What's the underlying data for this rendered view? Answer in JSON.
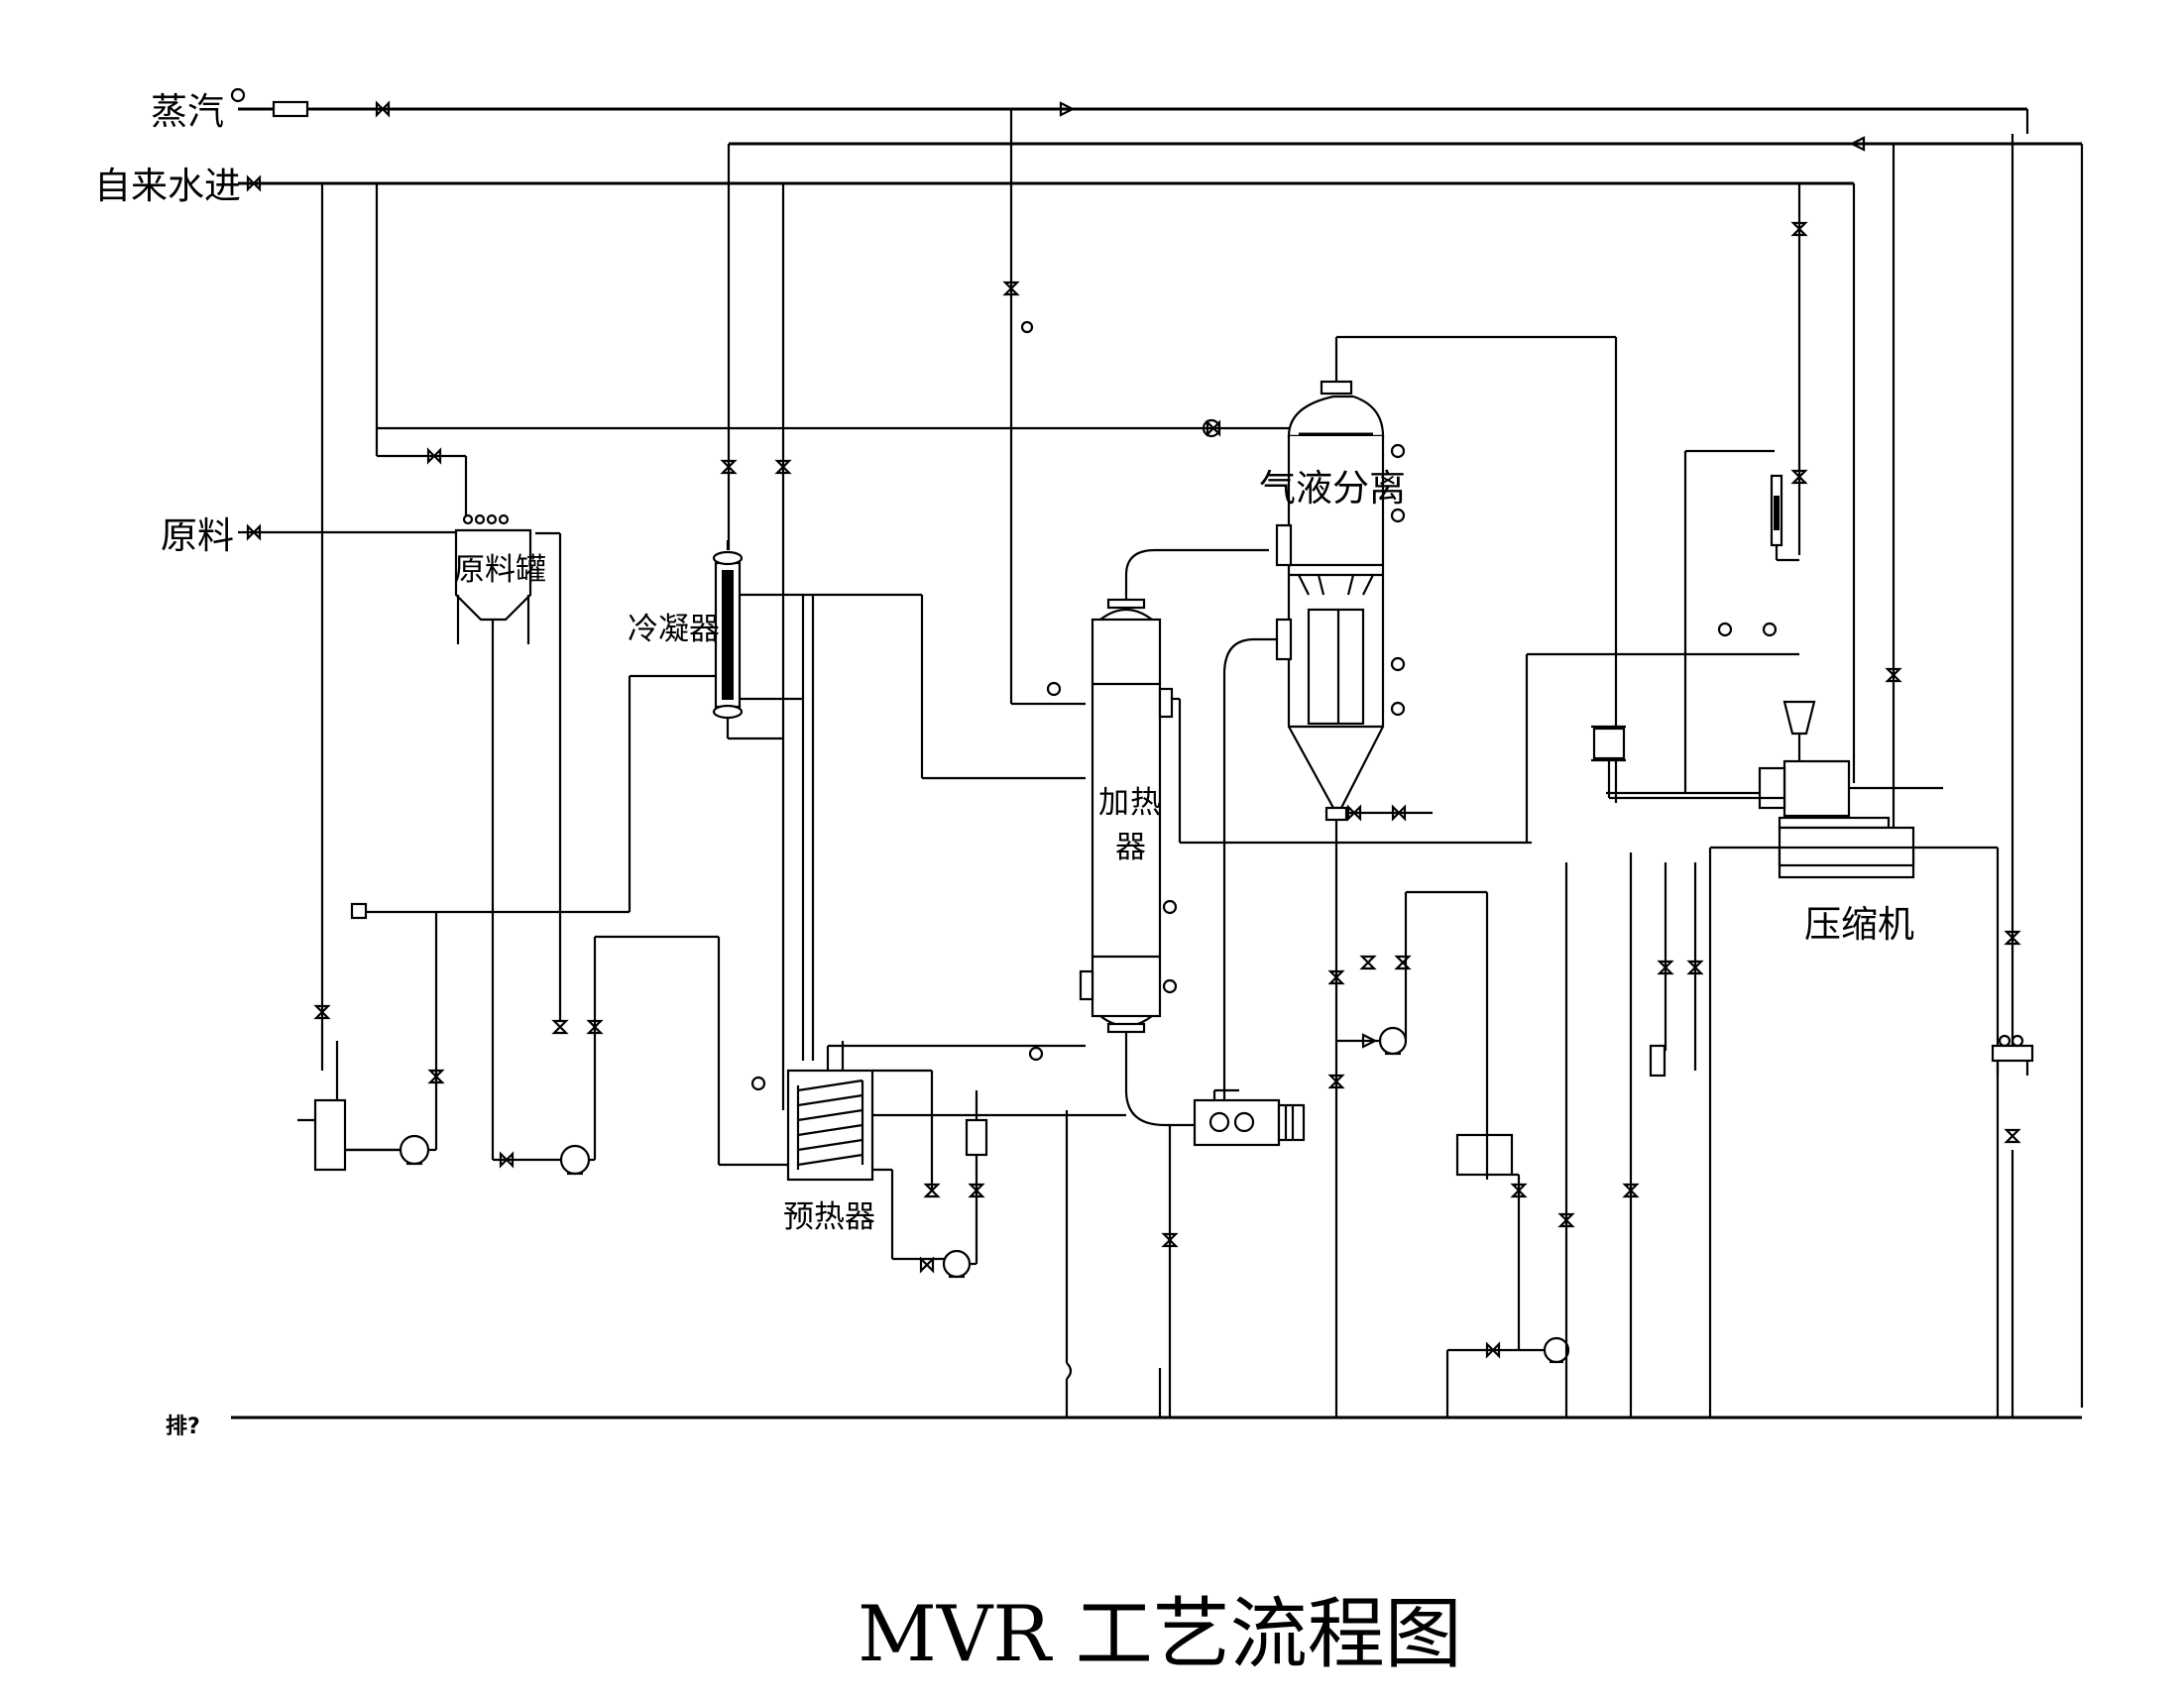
{
  "title": "MVR 工艺流程图",
  "inlets": {
    "steam": "蒸汽",
    "tap_water": "自来水进",
    "raw_material": "原料"
  },
  "equipment": {
    "feed_tank": "原料罐",
    "condenser": "冷凝器",
    "heater": "加热器",
    "separator": "气液分离",
    "preheater": "预热器",
    "compressor": "压缩机"
  },
  "drain": "排?",
  "colors": {
    "line": "#000000",
    "background": "#ffffff"
  }
}
